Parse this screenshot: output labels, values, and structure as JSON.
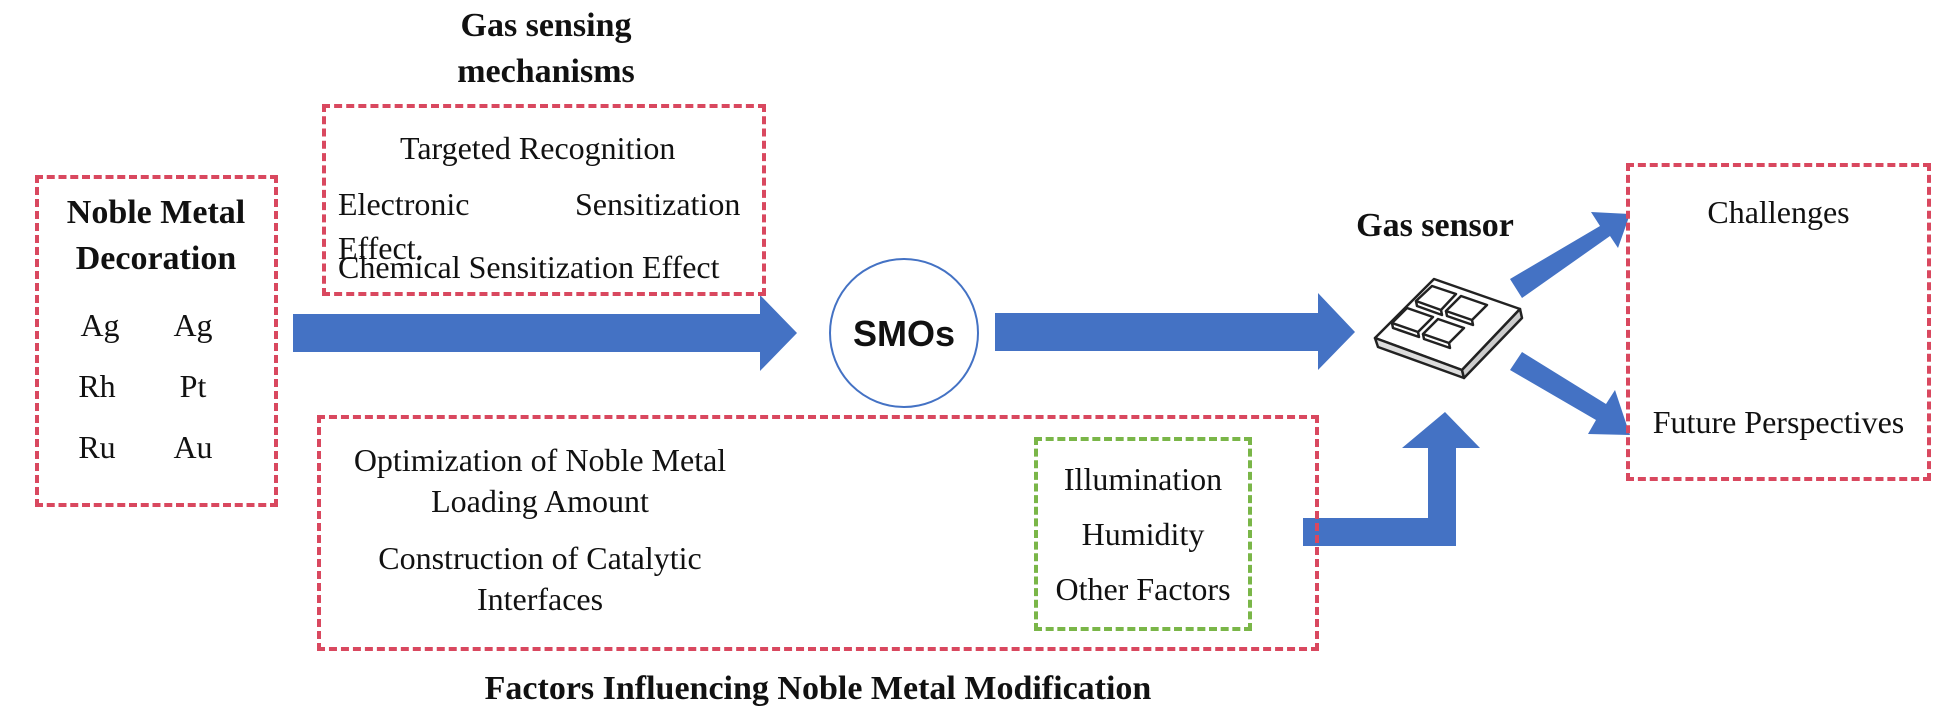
{
  "mechanisms": {
    "title_line1": "Gas sensing",
    "title_line2": "mechanisms",
    "items": [
      "Targeted Recognition",
      "Electronic",
      "Sensitization",
      "Effect.",
      "Chemical Sensitization Effect"
    ]
  },
  "noble_metal": {
    "title_line1": "Noble Metal",
    "title_line2": "Decoration",
    "metals": [
      "Ag",
      "Ag",
      "Rh",
      "Pt",
      "Ru",
      "Au"
    ]
  },
  "center": {
    "label": "SMOs"
  },
  "sensor": {
    "label": "Gas sensor"
  },
  "outcomes": {
    "challenges": "Challenges",
    "future": "Future Perspectives"
  },
  "factors": {
    "title": "Factors Influencing Noble Metal Modification",
    "items": [
      "Optimization of Noble Metal",
      "Loading Amount",
      "Construction of Catalytic",
      "Interfaces"
    ],
    "other": [
      "Illumination",
      "Humidity",
      "Other Factors"
    ]
  },
  "colors": {
    "arrow": "#4472c4",
    "red_box": "#d9485f",
    "green_box": "#7ab648",
    "circle": "#4472c4"
  }
}
